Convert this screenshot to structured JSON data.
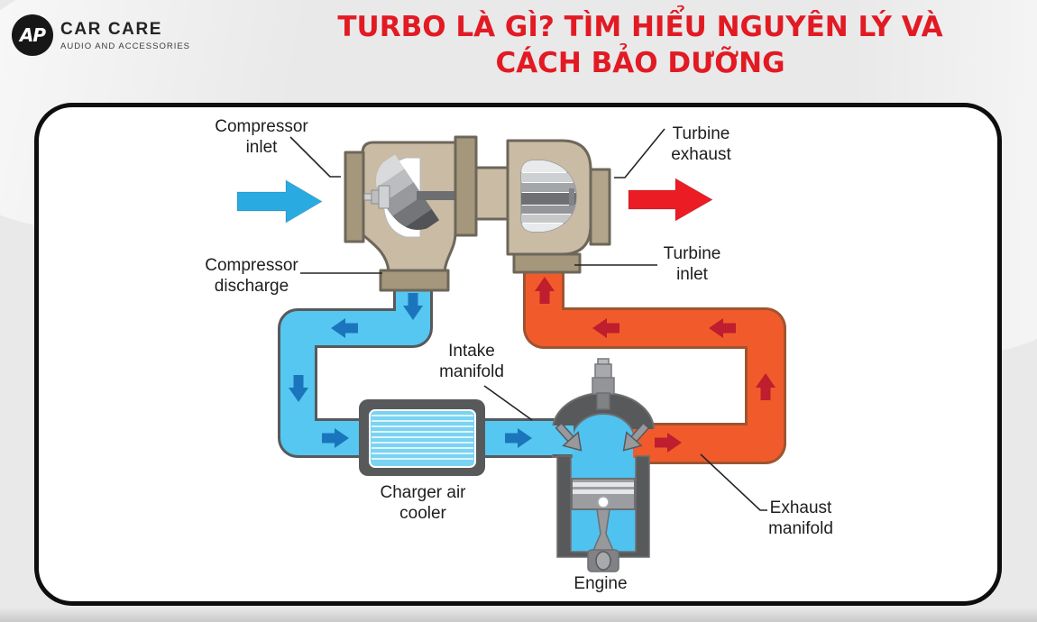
{
  "header": {
    "logo": {
      "monogram": "AP",
      "name": "CAR CARE",
      "tagline": "AUDIO AND ACCESSORIES"
    },
    "title": "TURBO LÀ GÌ? TÌM HIỂU NGUYÊN LÝ VÀ\nCÁCH BẢO DƯỠNG",
    "title_color": "#e21a23"
  },
  "diagram": {
    "labels": {
      "compressor_inlet": "Compressor\ninlet",
      "turbine_exhaust": "Turbine\nexhaust",
      "compressor_discharge": "Compressor\ndischarge",
      "turbine_inlet": "Turbine\ninlet",
      "intake_manifold": "Intake\nmanifold",
      "charger_air_cooler": "Charger air\ncooler",
      "exhaust_manifold": "Exhaust\nmanifold",
      "engine": "Engine"
    },
    "colors": {
      "intake_air_arrow": "#29abe2",
      "charge_pipe": "#55c7f1",
      "charge_pipe_border": "#58595b",
      "charge_flow_arrow": "#1b75bc",
      "exhaust_big_arrow": "#ec1c24",
      "exhaust_pipe": "#f15b2b",
      "exhaust_pipe_border": "#9e5430",
      "exhaust_flow_arrow": "#be1e2d",
      "housing_tan": "#c9bba4",
      "flange_tan": "#a5977c",
      "metal_dark_gray": "#58595b",
      "cooler_core_blue": "#79d3f3",
      "engine_chamber_blue": "#4fc2f0"
    }
  }
}
